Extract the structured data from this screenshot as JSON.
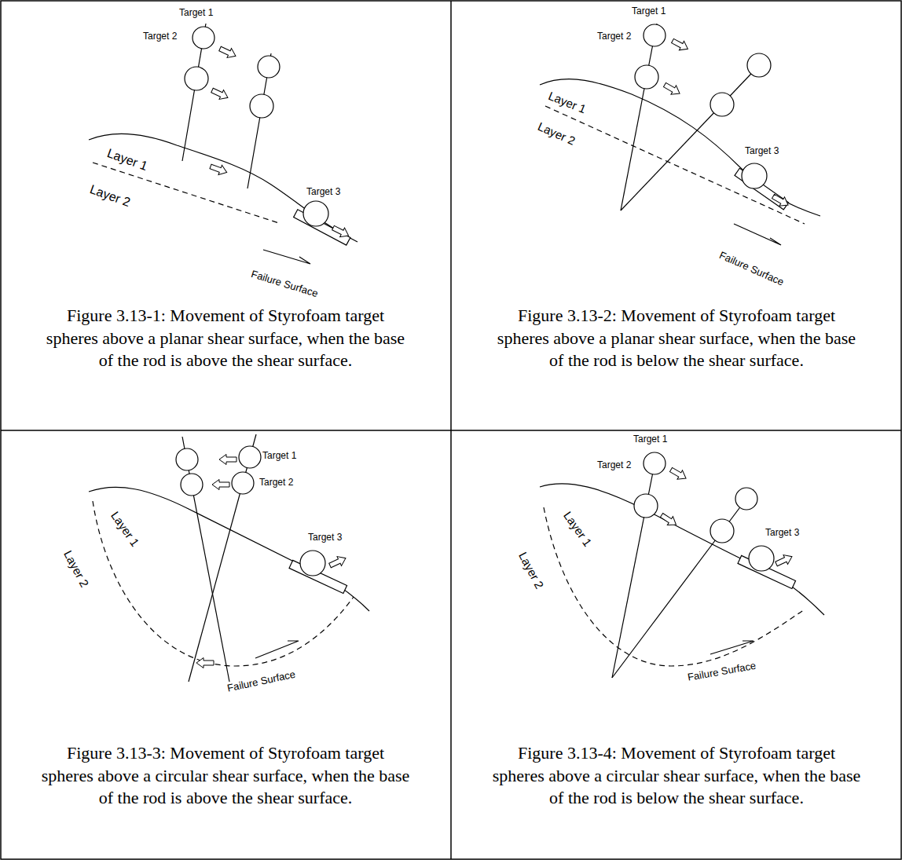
{
  "diagram": {
    "labels": [
      "Target 1",
      "Target 2",
      "Layer 1",
      "Layer 2",
      "Target 3",
      "Failure Surface",
      "Figure 3.13-1: Movement of Styrofoam target spheres above a planar shear surface, when the base of the rod is above the shear surface.",
      "Target 1",
      "Target 2",
      "Layer 1",
      "Layer 2",
      "Target 3",
      "Failure Surface",
      "Figure 3.13-2: Movement of Styrofoam target spheres above a planar shear surface, when the base of the rod is below the shear surface.",
      "Target 1",
      "Target 2",
      "Layer 1",
      "Layer 2",
      "Target 3",
      "Failure Surface",
      "Figure 3.13-3: Movement of Styrofoam target spheres above a circular shear surface, when the base of the rod is above the shear surface.",
      "Target 1",
      "Target 2",
      "Layer 1",
      "Layer 2",
      "Target 3",
      "Failure Surface",
      "Figure 3.13-4: Movement of Styrofoam target spheres above a circular shear surface, when the base of the rod is below the shear surface."
    ]
  }
}
